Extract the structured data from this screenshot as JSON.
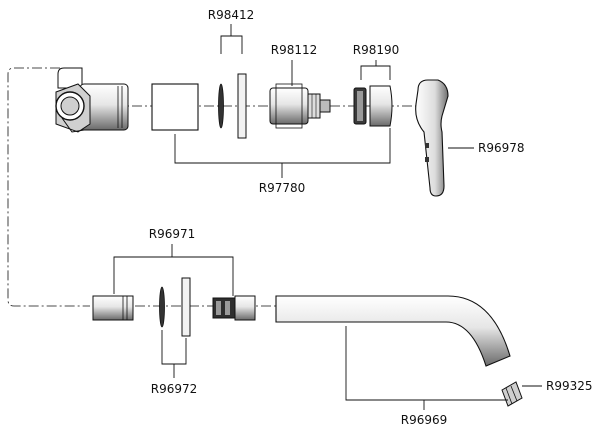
{
  "parts": {
    "r98412": "R98412",
    "r98112": "R98112",
    "r98190": "R98190",
    "r96978": "R96978",
    "r97780": "R97780",
    "r96971": "R96971",
    "r96972": "R96972",
    "r96969": "R96969",
    "r99325": "R99325"
  },
  "colors": {
    "line": "#111111",
    "part_fill": "#ffffff",
    "shade": "#c8c8c8",
    "dark_shade": "#555555"
  }
}
